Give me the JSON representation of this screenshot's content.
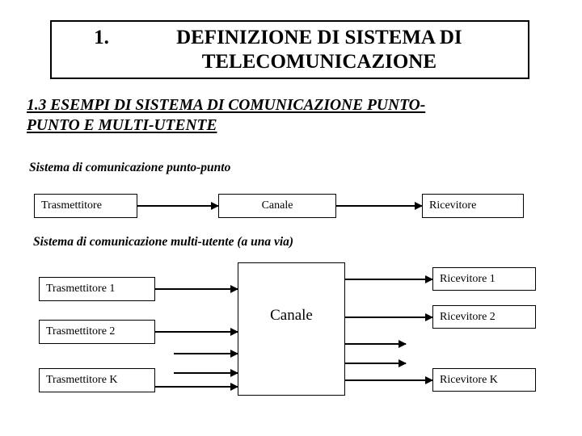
{
  "slide": {
    "title": {
      "number": "1.",
      "text": "DEFINIZIONE DI SISTEMA DI TELECOMUNICAZIONE"
    },
    "section_heading": {
      "line1": "1.3  ESEMPI DI SISTEMA DI COMUNICAZIONE PUNTO-",
      "line2": "PUNTO E MULTI-UTENTE"
    },
    "diagram_point_to_point": {
      "heading": "Sistema di comunicazione punto-punto",
      "blocks": [
        {
          "label": "Trasmettitore"
        },
        {
          "label": "Canale"
        },
        {
          "label": "Ricevitore"
        }
      ]
    },
    "diagram_multi_user": {
      "heading": "Sistema di comunicazione multi-utente (a una via)",
      "transmitters": [
        {
          "label": "Trasmettitore 1"
        },
        {
          "label": "Trasmettitore 2"
        },
        {
          "label": "Trasmettitore K"
        }
      ],
      "channel": {
        "label": "Canale"
      },
      "receivers": [
        {
          "label": "Ricevitore 1"
        },
        {
          "label": "Ricevitore 2"
        },
        {
          "label": "Ricevitore K"
        }
      ]
    },
    "colors": {
      "background": "#ffffff",
      "text": "#000000",
      "border": "#000000",
      "arrow": "#000000"
    }
  }
}
